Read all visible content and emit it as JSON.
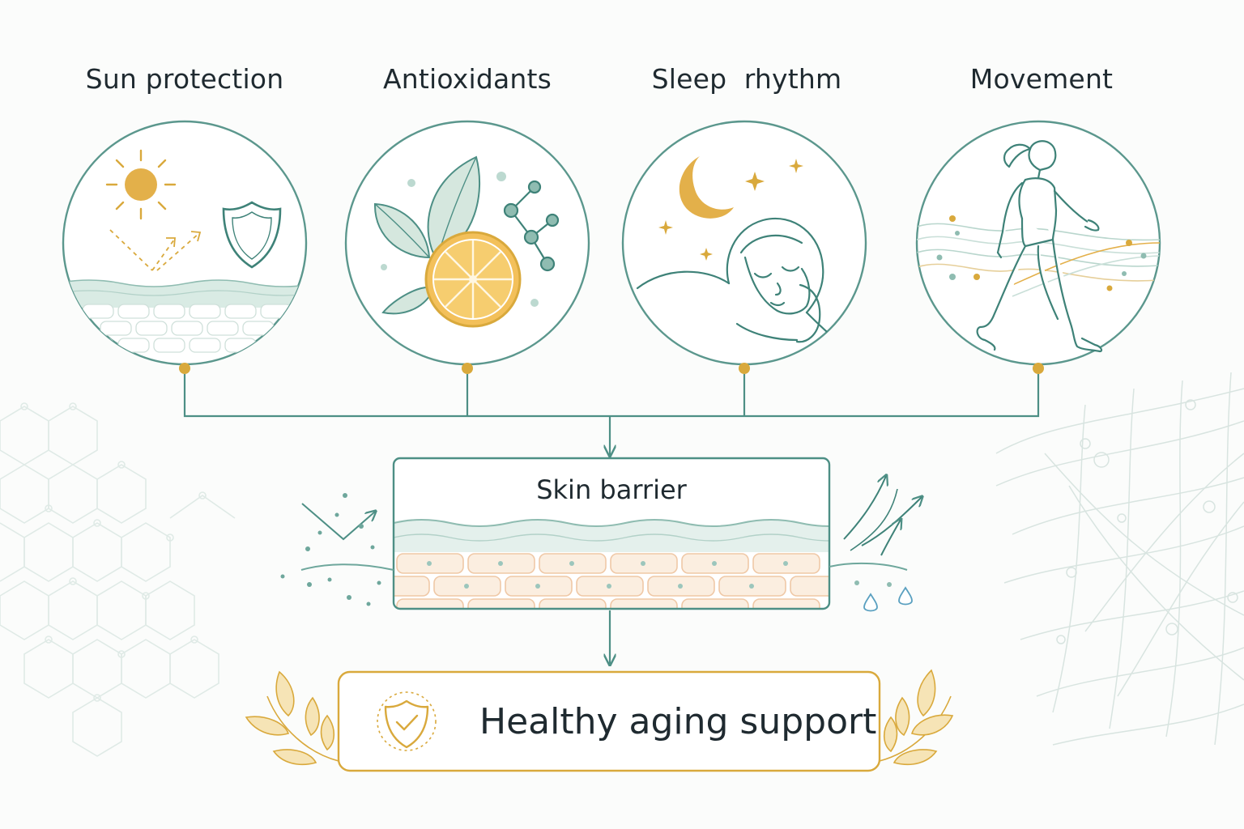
{
  "inputs": [
    {
      "id": "sun",
      "label": "Sun protection",
      "icon": "sun-shield-icon"
    },
    {
      "id": "antioxidants",
      "label": "Antioxidants",
      "icon": "citrus-leaf-molecule-icon"
    },
    {
      "id": "sleep",
      "label": "Sleep  rhythm",
      "icon": "sleeping-face-moon-icon"
    },
    {
      "id": "movement",
      "label": "Movement",
      "icon": "walking-woman-icon"
    }
  ],
  "barrier": {
    "label": "Skin barrier"
  },
  "outcome": {
    "label": "Healthy aging support",
    "icon": "shield-check-icon"
  },
  "colors": {
    "teal": "#4d8f85",
    "gold": "#d9a93c",
    "sage": "#b9d6cd",
    "peach": "#f6d9bf",
    "text": "#1f2a30"
  }
}
